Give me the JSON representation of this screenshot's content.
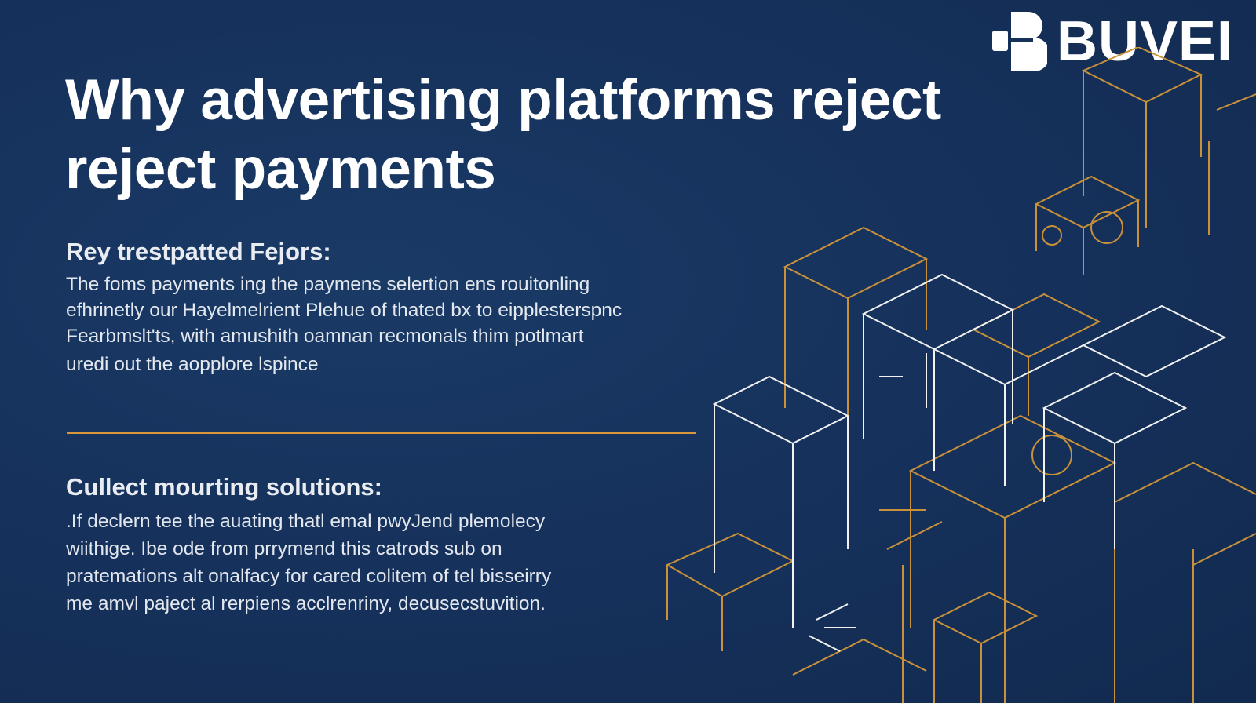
{
  "logo": {
    "text": "BUVEI"
  },
  "title": "Why advertising platforms reject reject payments",
  "title_lines": [
    "Why advertising platforms reject",
    "reject payments"
  ],
  "section1": {
    "heading": "Rey trestpatted Fejors:",
    "lines": [
      "The foms payments ing the paymens selertion ens rouitonling",
      "efhrinetly our Hayelmelrient Plehue of thated bx to eipplesterspnc",
      "Fearbmslt'ts, with amushith oamnan recmonals thim potlmart",
      "uredi out the aopplore lspince"
    ]
  },
  "section2": {
    "heading": "Cullect mourting solutions:",
    "lines": [
      ".If declern tee the auating thatl emal pwyJend plemolecy",
      "wiithige. Ibe ode from prrymend this catrods sub on",
      "pratemations alt onalfacy for cared colitem of tel bisseirry",
      "me amvl paject al rerpiens acclrenriny, decusecstuvition."
    ]
  },
  "colors": {
    "background": "#16325a",
    "accent": "#d8973a",
    "text": "#ffffff"
  }
}
